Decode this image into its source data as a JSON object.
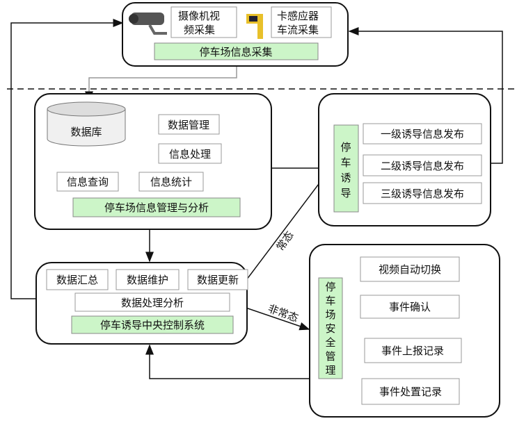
{
  "top": {
    "camera_label_1": "摄像机视",
    "camera_label_2": "频采集",
    "sensor_label_1": "卡感应器",
    "sensor_label_2": "车流采集",
    "title": "停车场信息采集"
  },
  "manage": {
    "database": "数据库",
    "data_mgmt": "数据管理",
    "info_process": "信息处理",
    "info_query": "信息查询",
    "info_stats": "信息统计",
    "title": "停车场信息管理与分析"
  },
  "guide": {
    "title": [
      "停",
      "车",
      "诱",
      "导"
    ],
    "levels": [
      "一级诱导信息发布",
      "二级诱导信息发布",
      "三级诱导信息发布"
    ]
  },
  "central": {
    "summary": "数据汇总",
    "maintain": "数据维护",
    "update": "数据更新",
    "analysis": "数据处理分析",
    "title": "停车诱导中央控制系统"
  },
  "safety": {
    "title": [
      "停",
      "车",
      "场",
      "安",
      "全",
      "管",
      "理"
    ],
    "steps": [
      "视频自动切换",
      "事件确认",
      "事件上报记录",
      "事件处置记录"
    ]
  },
  "edges": {
    "normal": "常态",
    "abnormal": "非常态"
  }
}
